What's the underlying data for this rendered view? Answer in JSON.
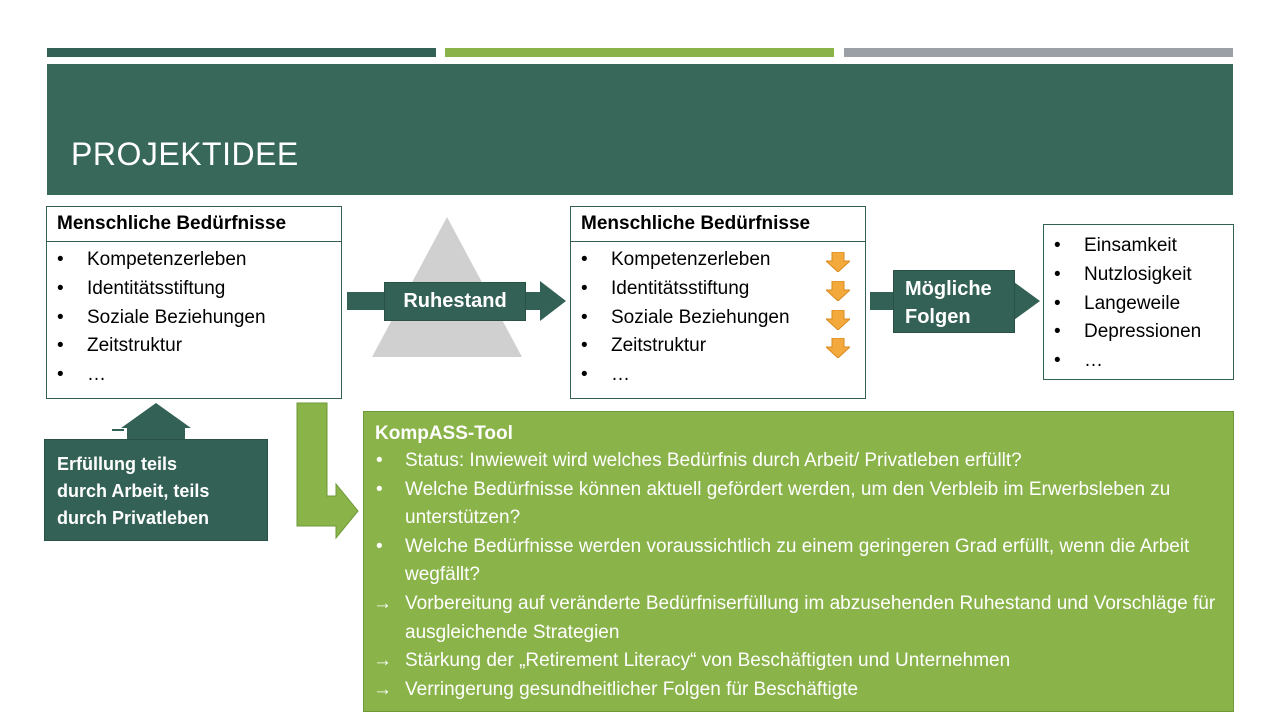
{
  "slide": {
    "title": "PROJEKTIDEE",
    "colors": {
      "dark_green": "#336155",
      "light_green": "#8ab34a",
      "gray": "#9aa0a6",
      "orange": "#f3a93b"
    }
  },
  "box_left": {
    "heading": "Menschliche Bedürfnisse",
    "items": [
      "Kompetenzerleben",
      "Identitätsstiftung",
      "Soziale Beziehungen",
      "Zeitstruktur",
      "…"
    ]
  },
  "ruhestand_label": "Ruhestand",
  "box_middle": {
    "heading": "Menschliche Bedürfnisse",
    "items": [
      "Kompetenzerleben",
      "Identitätsstiftung",
      "Soziale Beziehungen",
      "Zeitstruktur",
      "…"
    ]
  },
  "folgen_label": [
    "Mögliche",
    "Folgen"
  ],
  "box_right": {
    "items": [
      "Einsamkeit",
      "Nutzlosigkeit",
      "Langeweile",
      "Depressionen",
      "…"
    ]
  },
  "erfuellung_label": [
    "Erfüllung teils",
    "durch Arbeit, teils",
    "durch Privatleben"
  ],
  "kompass": {
    "title": "KompASS-Tool",
    "bullets": [
      "Status: Inwieweit wird welches Bedürfnis durch Arbeit/ Privatleben erfüllt?",
      "Welche Bedürfnisse können aktuell gefördert werden, um den Verbleib im Erwerbsleben zu unterstützen?",
      "Welche Bedürfnisse werden voraussichtlich zu einem geringeren Grad erfüllt, wenn die Arbeit wegfällt?"
    ],
    "conclusions": [
      "Vorbereitung auf veränderte Bedürfniserfüllung im abzusehenden Ruhestand und Vorschläge für ausgleichende Strategien",
      "Stärkung der „Retirement Literacy“ von Beschäftigten und Unternehmen",
      "Verringerung gesundheitlicher Folgen für Beschäftigte"
    ]
  }
}
